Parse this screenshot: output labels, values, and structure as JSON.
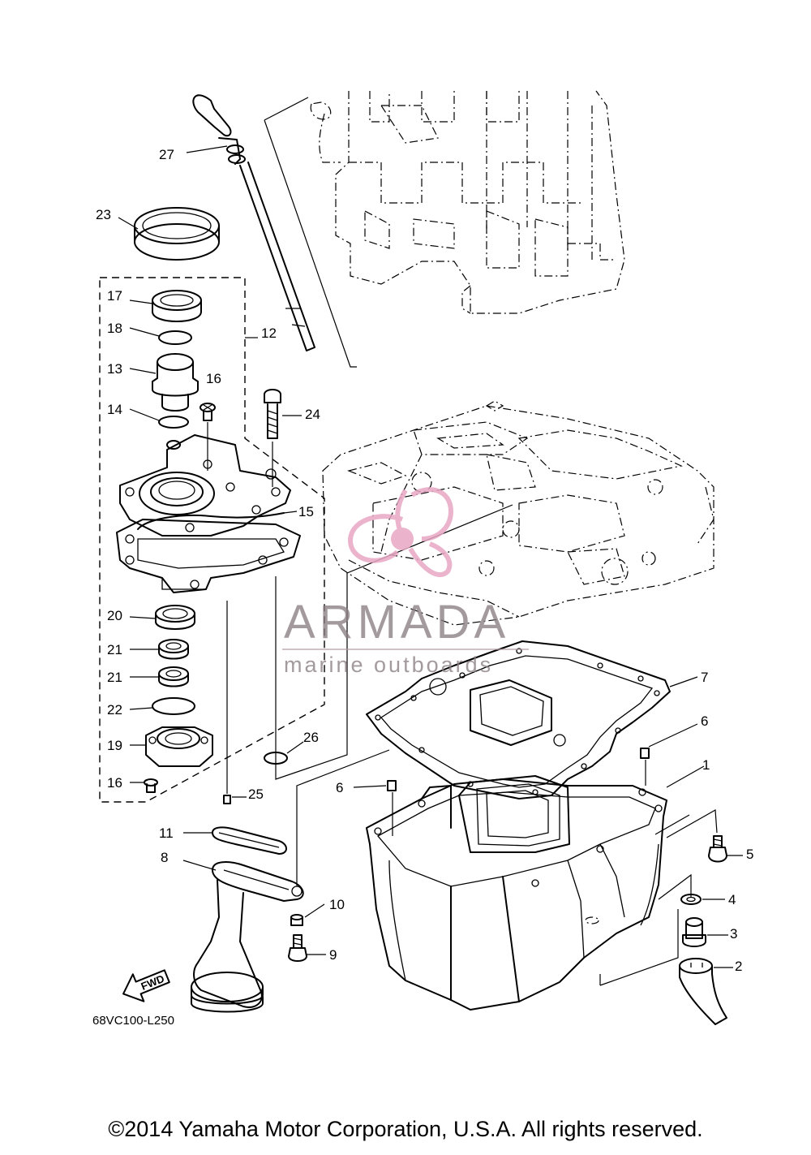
{
  "diagram_code": "68VC100-L250",
  "copyright": "©2014 Yamaha Motor Corporation, U.S.A. All rights reserved.",
  "watermark": {
    "brand": "ARMADA",
    "tagline": "marine outboards",
    "brand_color": "#8a7e82",
    "logo_color": "#e8a8c4"
  },
  "direction_arrow": "FWD",
  "callouts": {
    "c1": "1",
    "c2": "2",
    "c3": "3",
    "c4": "4",
    "c5": "5",
    "c6a": "6",
    "c6b": "6",
    "c7": "7",
    "c8": "8",
    "c9": "9",
    "c10": "10",
    "c11": "11",
    "c12": "12",
    "c13": "13",
    "c14": "14",
    "c15": "15",
    "c16a": "16",
    "c16b": "16",
    "c17": "17",
    "c18": "18",
    "c19": "19",
    "c20": "20",
    "c21a": "21",
    "c21b": "21",
    "c22": "22",
    "c23": "23",
    "c24": "24",
    "c25": "25",
    "c26": "26",
    "c27": "27"
  }
}
